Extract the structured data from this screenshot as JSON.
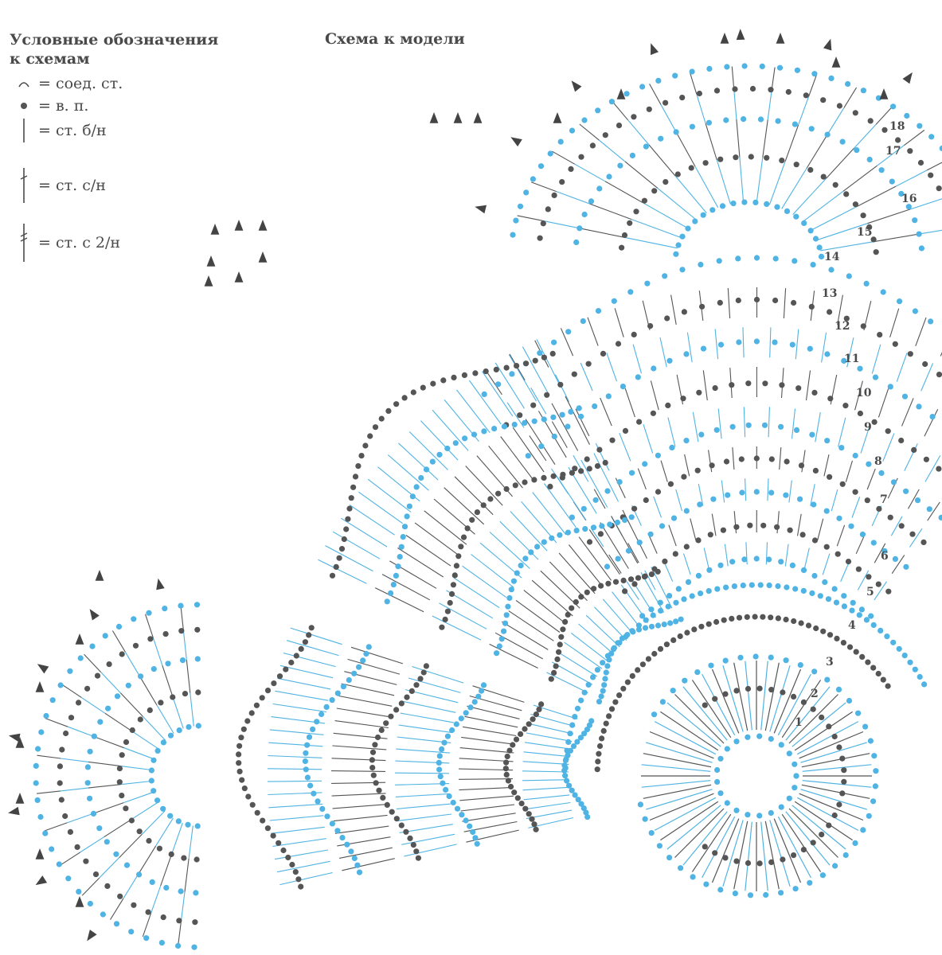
{
  "legend": {
    "title_line1": "Условные  обозначения",
    "title_line2": "к схемам",
    "items": [
      {
        "symbol": "slip-stitch-icon",
        "label": "= соед. ст."
      },
      {
        "symbol": "chain-icon",
        "label": "= в. п."
      },
      {
        "symbol": "single-crochet-icon",
        "label": "= ст. б/н"
      },
      {
        "symbol": "double-crochet-icon",
        "label": "= ст. с/н"
      },
      {
        "symbol": "treble-crochet-icon",
        "label": "= ст. с 2/н"
      }
    ]
  },
  "scheme_title": "Схема к модели",
  "row_numbers": [
    "1",
    "2",
    "3",
    "4",
    "5",
    "6",
    "7",
    "8",
    "9",
    "10",
    "11",
    "12",
    "13",
    "14",
    "15",
    "16",
    "17",
    "18"
  ],
  "colors": {
    "blue": "#4fb3e3",
    "dark": "#555555",
    "text": "#4a4a4a"
  }
}
